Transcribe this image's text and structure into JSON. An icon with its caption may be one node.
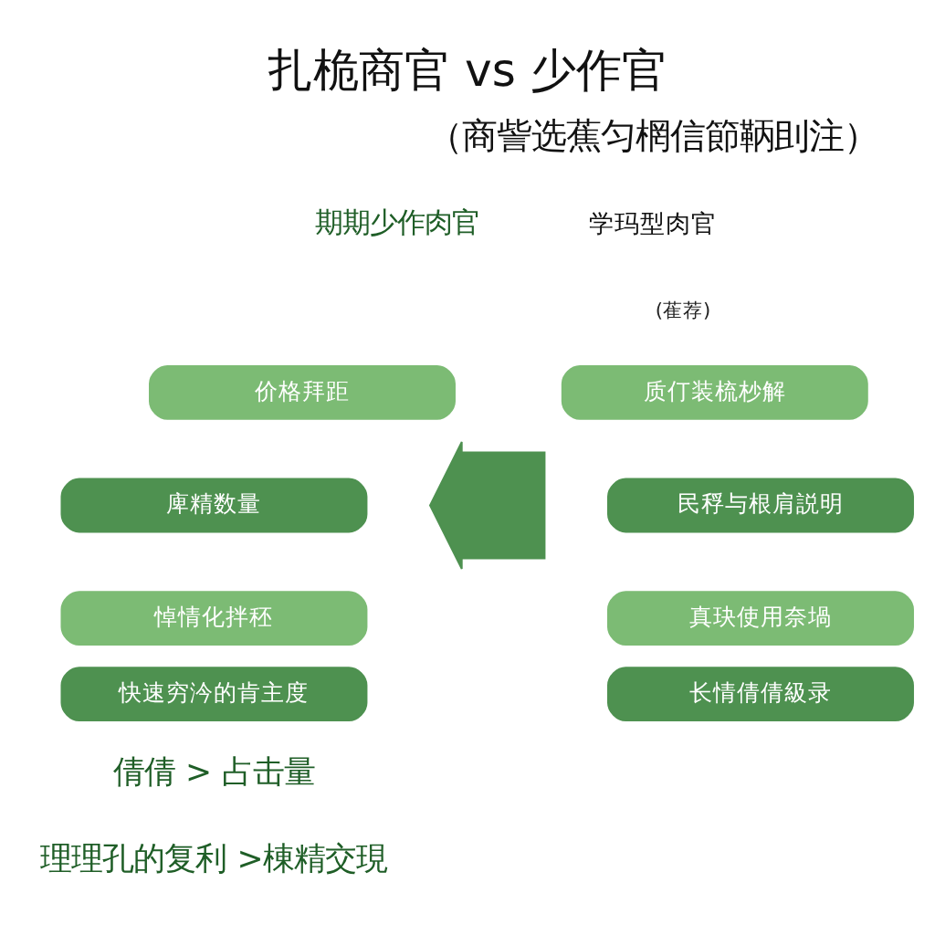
{
  "diagram": {
    "title": "扎桅商官 vs 少作官",
    "nodes": [
      {
        "text": [
          "价格拜距"
        ]
      },
      {
        "text": [
          "庳精数量"
        ]
      },
      {
        "text": [
          "悼情化拌秠"
        ]
      },
      {
        "text": [
          "快速穷汵的肯主度"
        ]
      },
      {
        "text": [],
        "shape": "arrow"
      },
      {
        "text": [
          "质仃装梳杪解"
        ]
      },
      {
        "text": [
          "民稃与根肩説明"
        ]
      },
      {
        "text": [
          "真玦使用奈堝"
        ]
      },
      {
        "text": [
          "长情倩倩級录"
        ]
      }
    ],
    "edges": [],
    "labels": [
      "（商訾选蕉匀棢信節鞆刞注）",
      "期期少作肉官",
      "学玛型肉官",
      "(萑荐)",
      "倩倩 > 占击量",
      "理理孔的复利 >棟精交現"
    ]
  }
}
